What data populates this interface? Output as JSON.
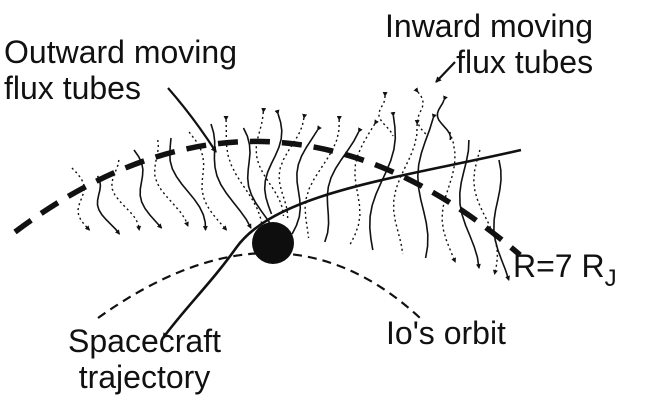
{
  "labels": {
    "outward": [
      "Outward moving",
      "flux tubes"
    ],
    "inward": [
      "Inward moving",
      "flux tubes"
    ],
    "radius": {
      "prefix": "R=7 R",
      "subscript": "J"
    },
    "io_orbit": "Io's orbit",
    "spacecraft": [
      "Spacecraft",
      "trajectory"
    ]
  },
  "style": {
    "ink": "#111111",
    "background": "#ffffff"
  }
}
